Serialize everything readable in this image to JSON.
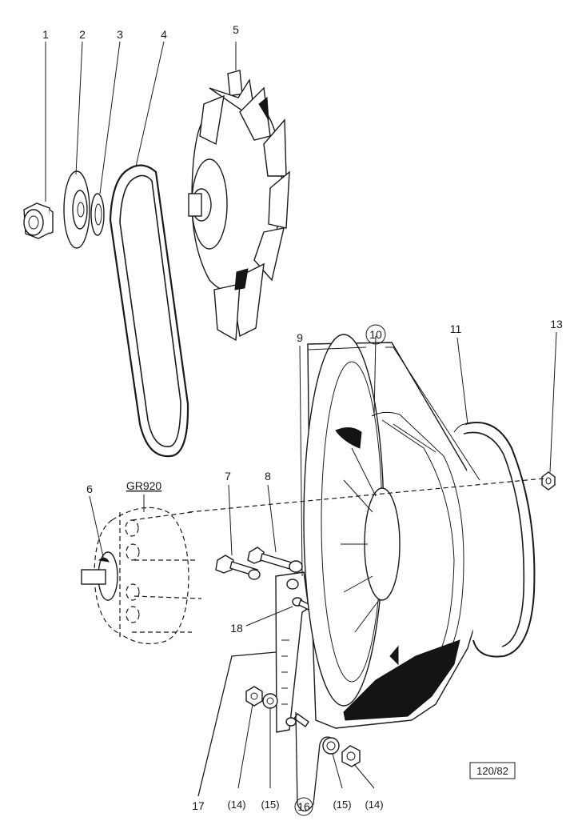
{
  "figure": {
    "part_labels": {
      "p1": "1",
      "p2": "2",
      "p3": "3",
      "p4": "4",
      "p5": "5",
      "p6": "6",
      "p7": "7",
      "p8": "8",
      "p9": "9",
      "p10": "10",
      "p11": "11",
      "p13": "13",
      "p16": "16",
      "p17": "17",
      "p18": "18",
      "p14a": "(14)",
      "p15a": "(15)",
      "p15b": "(15)",
      "p14b": "(14)"
    },
    "group_label": "GR920",
    "reference_code": "120/82"
  }
}
